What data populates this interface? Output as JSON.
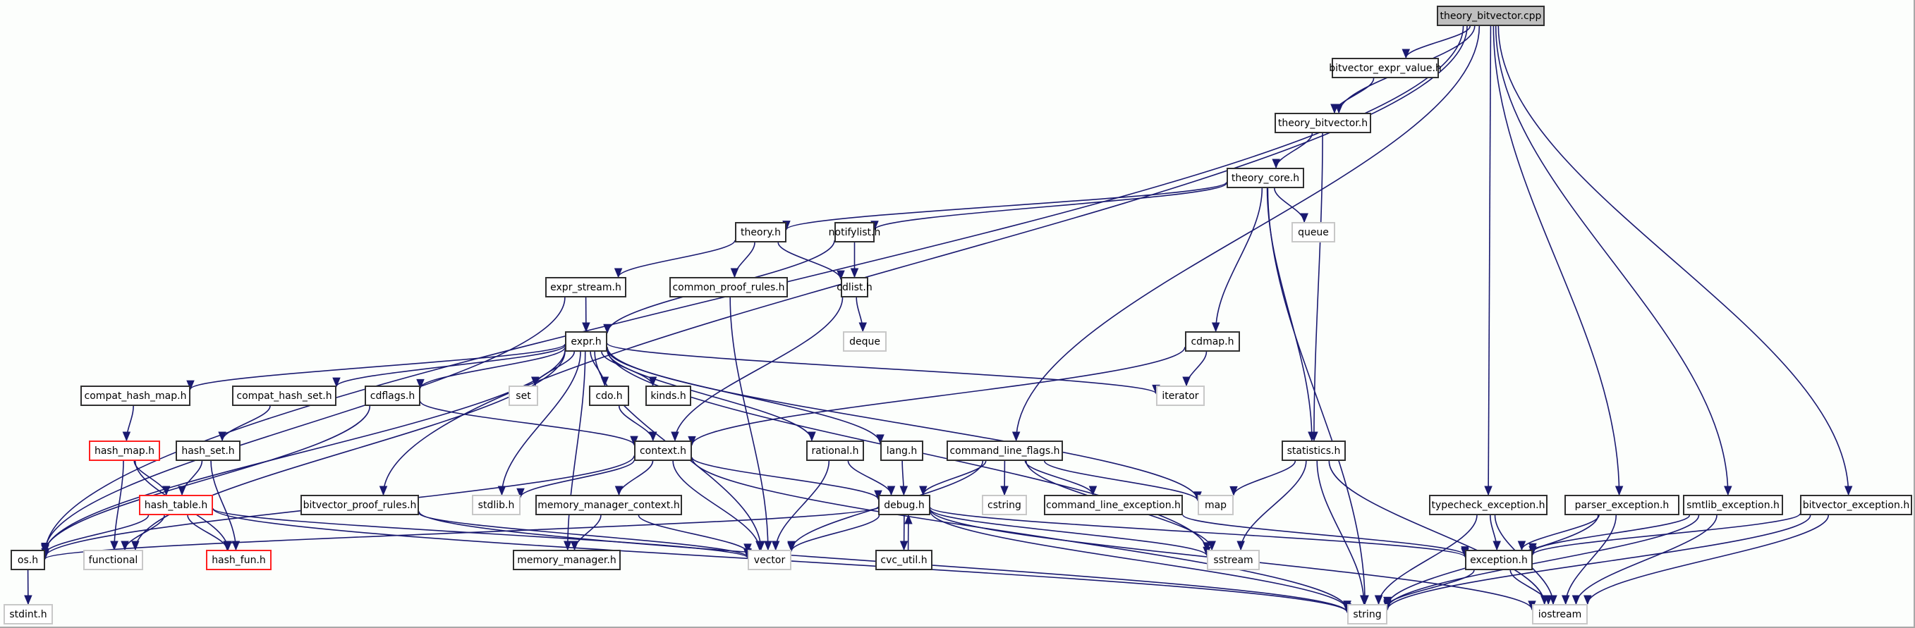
{
  "graph": {
    "title": "theory_bitvector.cpp",
    "edge_color": "#191970",
    "node_styles": {
      "root": {
        "fill": "#bfbfbf",
        "border": "#303030"
      },
      "documented": {
        "fill": "#ffffff",
        "border": "#303030"
      },
      "system": {
        "fill": "#ffffff",
        "border": "#c8c8c8"
      },
      "incomplete": {
        "fill": "#ffffff",
        "border": "#ff2020"
      }
    },
    "nodes": [
      {
        "id": "theory_bitvector_cpp",
        "label": "theory_bitvector.cpp",
        "kind": "root"
      },
      {
        "id": "bitvector_expr_value_h",
        "label": "bitvector_expr_value.h",
        "kind": "documented"
      },
      {
        "id": "theory_bitvector_h",
        "label": "theory_bitvector.h",
        "kind": "documented"
      },
      {
        "id": "theory_core_h",
        "label": "theory_core.h",
        "kind": "documented"
      },
      {
        "id": "theory_h",
        "label": "theory.h",
        "kind": "documented"
      },
      {
        "id": "notifylist_h",
        "label": "notifylist.h",
        "kind": "documented"
      },
      {
        "id": "queue",
        "label": "queue",
        "kind": "system"
      },
      {
        "id": "expr_stream_h",
        "label": "expr_stream.h",
        "kind": "documented"
      },
      {
        "id": "common_proof_rules_h",
        "label": "common_proof_rules.h",
        "kind": "documented"
      },
      {
        "id": "cdlist_h",
        "label": "cdlist.h",
        "kind": "documented"
      },
      {
        "id": "deque",
        "label": "deque",
        "kind": "system"
      },
      {
        "id": "cdmap_h",
        "label": "cdmap.h",
        "kind": "documented"
      },
      {
        "id": "expr_h",
        "label": "expr.h",
        "kind": "documented"
      },
      {
        "id": "iterator",
        "label": "iterator",
        "kind": "system"
      },
      {
        "id": "compat_hash_map_h",
        "label": "compat_hash_map.h",
        "kind": "documented"
      },
      {
        "id": "compat_hash_set_h",
        "label": "compat_hash_set.h",
        "kind": "documented"
      },
      {
        "id": "cdflags_h",
        "label": "cdflags.h",
        "kind": "documented"
      },
      {
        "id": "set",
        "label": "set",
        "kind": "system"
      },
      {
        "id": "cdo_h",
        "label": "cdo.h",
        "kind": "documented"
      },
      {
        "id": "kinds_h",
        "label": "kinds.h",
        "kind": "documented"
      },
      {
        "id": "hash_map_h",
        "label": "hash_map.h",
        "kind": "incomplete"
      },
      {
        "id": "hash_set_h",
        "label": "hash_set.h",
        "kind": "documented"
      },
      {
        "id": "context_h",
        "label": "context.h",
        "kind": "documented"
      },
      {
        "id": "rational_h",
        "label": "rational.h",
        "kind": "documented"
      },
      {
        "id": "lang_h",
        "label": "lang.h",
        "kind": "documented"
      },
      {
        "id": "command_line_flags_h",
        "label": "command_line_flags.h",
        "kind": "documented"
      },
      {
        "id": "statistics_h",
        "label": "statistics.h",
        "kind": "documented"
      },
      {
        "id": "hash_table_h",
        "label": "hash_table.h",
        "kind": "incomplete"
      },
      {
        "id": "bitvector_proof_rules_h",
        "label": "bitvector_proof_rules.h",
        "kind": "documented"
      },
      {
        "id": "stdlib_h",
        "label": "stdlib.h",
        "kind": "system"
      },
      {
        "id": "memory_manager_context_h",
        "label": "memory_manager_context.h",
        "kind": "documented"
      },
      {
        "id": "debug_h",
        "label": "debug.h",
        "kind": "documented"
      },
      {
        "id": "cstring",
        "label": "cstring",
        "kind": "system"
      },
      {
        "id": "command_line_exception_h",
        "label": "command_line_exception.h",
        "kind": "documented"
      },
      {
        "id": "map",
        "label": "map",
        "kind": "system"
      },
      {
        "id": "typecheck_exception_h",
        "label": "typecheck_exception.h",
        "kind": "documented"
      },
      {
        "id": "parser_exception_h",
        "label": "parser_exception.h",
        "kind": "documented"
      },
      {
        "id": "smtlib_exception_h",
        "label": "smtlib_exception.h",
        "kind": "documented"
      },
      {
        "id": "bitvector_exception_h",
        "label": "bitvector_exception.h",
        "kind": "documented"
      },
      {
        "id": "os_h",
        "label": "os.h",
        "kind": "documented"
      },
      {
        "id": "functional",
        "label": "functional",
        "kind": "system"
      },
      {
        "id": "hash_fun_h",
        "label": "hash_fun.h",
        "kind": "incomplete"
      },
      {
        "id": "memory_manager_h",
        "label": "memory_manager.h",
        "kind": "documented"
      },
      {
        "id": "vector",
        "label": "vector",
        "kind": "system"
      },
      {
        "id": "cvc_util_h",
        "label": "cvc_util.h",
        "kind": "documented"
      },
      {
        "id": "sstream",
        "label": "sstream",
        "kind": "system"
      },
      {
        "id": "exception_h",
        "label": "exception.h",
        "kind": "documented"
      },
      {
        "id": "stdint_h",
        "label": "stdint.h",
        "kind": "system"
      },
      {
        "id": "string",
        "label": "string",
        "kind": "system"
      },
      {
        "id": "iostream",
        "label": "iostream",
        "kind": "system"
      }
    ],
    "edges": [
      [
        "theory_bitvector_cpp",
        "bitvector_expr_value_h"
      ],
      [
        "theory_bitvector_cpp",
        "theory_bitvector_h"
      ],
      [
        "theory_bitvector_cpp",
        "os_h"
      ],
      [
        "theory_bitvector_cpp",
        "bitvector_proof_rules_h"
      ],
      [
        "theory_bitvector_cpp",
        "command_line_flags_h"
      ],
      [
        "theory_bitvector_cpp",
        "typecheck_exception_h"
      ],
      [
        "theory_bitvector_cpp",
        "parser_exception_h"
      ],
      [
        "theory_bitvector_cpp",
        "smtlib_exception_h"
      ],
      [
        "theory_bitvector_cpp",
        "bitvector_exception_h"
      ],
      [
        "bitvector_expr_value_h",
        "theory_bitvector_h"
      ],
      [
        "theory_bitvector_h",
        "theory_core_h"
      ],
      [
        "theory_bitvector_h",
        "statistics_h"
      ],
      [
        "theory_core_h",
        "theory_h"
      ],
      [
        "theory_core_h",
        "notifylist_h"
      ],
      [
        "theory_core_h",
        "queue"
      ],
      [
        "theory_core_h",
        "cdmap_h"
      ],
      [
        "theory_core_h",
        "statistics_h"
      ],
      [
        "theory_core_h",
        "string"
      ],
      [
        "theory_h",
        "expr_stream_h"
      ],
      [
        "theory_h",
        "common_proof_rules_h"
      ],
      [
        "theory_h",
        "cdlist_h"
      ],
      [
        "notifylist_h",
        "cdlist_h"
      ],
      [
        "notifylist_h",
        "expr_h"
      ],
      [
        "expr_stream_h",
        "expr_h"
      ],
      [
        "expr_stream_h",
        "os_h"
      ],
      [
        "common_proof_rules_h",
        "vector"
      ],
      [
        "cdlist_h",
        "deque"
      ],
      [
        "cdlist_h",
        "context_h"
      ],
      [
        "cdmap_h",
        "iterator"
      ],
      [
        "cdmap_h",
        "context_h"
      ],
      [
        "expr_h",
        "compat_hash_map_h"
      ],
      [
        "expr_h",
        "compat_hash_set_h"
      ],
      [
        "expr_h",
        "cdflags_h"
      ],
      [
        "expr_h",
        "set"
      ],
      [
        "expr_h",
        "cdo_h"
      ],
      [
        "expr_h",
        "kinds_h"
      ],
      [
        "expr_h",
        "rational_h"
      ],
      [
        "expr_h",
        "lang_h"
      ],
      [
        "expr_h",
        "iterator"
      ],
      [
        "expr_h",
        "map"
      ],
      [
        "expr_h",
        "sstream"
      ],
      [
        "expr_h",
        "stdlib_h"
      ],
      [
        "expr_h",
        "memory_manager_h"
      ],
      [
        "expr_h",
        "os_h"
      ],
      [
        "expr_h",
        "functional"
      ],
      [
        "expr_h",
        "vector"
      ],
      [
        "compat_hash_map_h",
        "hash_map_h"
      ],
      [
        "compat_hash_set_h",
        "hash_set_h"
      ],
      [
        "cdflags_h",
        "context_h"
      ],
      [
        "cdflags_h",
        "os_h"
      ],
      [
        "cdo_h",
        "context_h"
      ],
      [
        "hash_map_h",
        "hash_table_h"
      ],
      [
        "hash_map_h",
        "functional"
      ],
      [
        "hash_map_h",
        "hash_fun_h"
      ],
      [
        "hash_set_h",
        "hash_table_h"
      ],
      [
        "hash_set_h",
        "hash_fun_h"
      ],
      [
        "hash_table_h",
        "os_h"
      ],
      [
        "hash_table_h",
        "functional"
      ],
      [
        "hash_table_h",
        "hash_fun_h"
      ],
      [
        "hash_table_h",
        "vector"
      ],
      [
        "hash_table_h",
        "string"
      ],
      [
        "context_h",
        "os_h"
      ],
      [
        "context_h",
        "stdlib_h"
      ],
      [
        "context_h",
        "memory_manager_context_h"
      ],
      [
        "context_h",
        "debug_h"
      ],
      [
        "context_h",
        "vector"
      ],
      [
        "context_h",
        "string"
      ],
      [
        "rational_h",
        "debug_h"
      ],
      [
        "rational_h",
        "vector"
      ],
      [
        "lang_h",
        "debug_h"
      ],
      [
        "command_line_flags_h",
        "cstring"
      ],
      [
        "command_line_flags_h",
        "command_line_exception_h"
      ],
      [
        "command_line_flags_h",
        "map"
      ],
      [
        "command_line_flags_h",
        "debug_h"
      ],
      [
        "command_line_flags_h",
        "vector"
      ],
      [
        "command_line_flags_h",
        "sstream"
      ],
      [
        "statistics_h",
        "map"
      ],
      [
        "statistics_h",
        "sstream"
      ],
      [
        "statistics_h",
        "string"
      ],
      [
        "statistics_h",
        "iostream"
      ],
      [
        "bitvector_proof_rules_h",
        "vector"
      ],
      [
        "bitvector_proof_rules_h",
        "string"
      ],
      [
        "memory_manager_context_h",
        "memory_manager_h"
      ],
      [
        "memory_manager_context_h",
        "vector"
      ],
      [
        "debug_h",
        "os_h"
      ],
      [
        "debug_h",
        "vector"
      ],
      [
        "debug_h",
        "cvc_util_h"
      ],
      [
        "debug_h",
        "sstream"
      ],
      [
        "debug_h",
        "exception_h"
      ],
      [
        "debug_h",
        "string"
      ],
      [
        "debug_h",
        "iostream"
      ],
      [
        "cvc_util_h",
        "debug_h"
      ],
      [
        "command_line_exception_h",
        "exception_h"
      ],
      [
        "typecheck_exception_h",
        "exception_h"
      ],
      [
        "typecheck_exception_h",
        "string"
      ],
      [
        "typecheck_exception_h",
        "iostream"
      ],
      [
        "parser_exception_h",
        "exception_h"
      ],
      [
        "parser_exception_h",
        "string"
      ],
      [
        "parser_exception_h",
        "iostream"
      ],
      [
        "smtlib_exception_h",
        "exception_h"
      ],
      [
        "smtlib_exception_h",
        "string"
      ],
      [
        "smtlib_exception_h",
        "iostream"
      ],
      [
        "bitvector_exception_h",
        "exception_h"
      ],
      [
        "bitvector_exception_h",
        "string"
      ],
      [
        "bitvector_exception_h",
        "iostream"
      ],
      [
        "exception_h",
        "string"
      ],
      [
        "exception_h",
        "iostream"
      ],
      [
        "os_h",
        "stdint_h"
      ]
    ]
  }
}
